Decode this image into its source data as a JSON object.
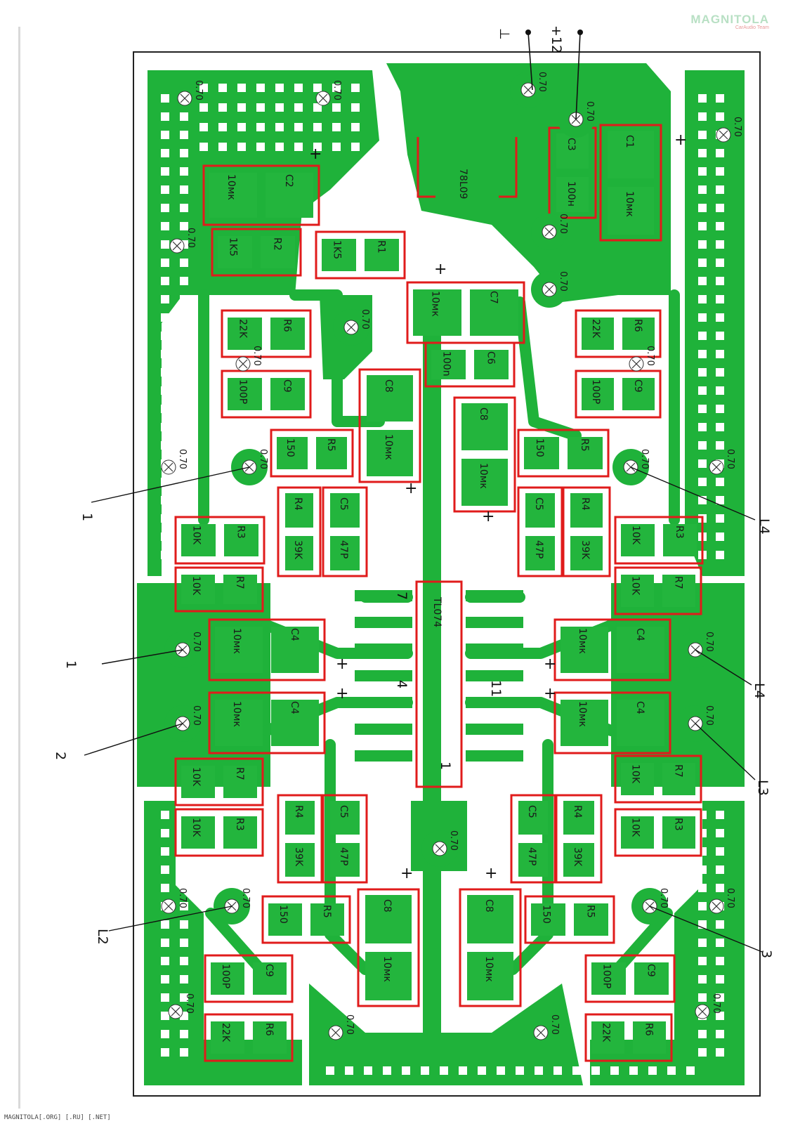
{
  "watermark": {
    "brand": "MAGNITOLA",
    "team": "CarAudio Team"
  },
  "footer_text": "MAGNITOLA[.ORG] [.RU] [.NET]",
  "hole_label": "0.70",
  "ic_label": "TL074",
  "pin_labels": [
    "7",
    "4",
    "11",
    "1"
  ],
  "regulator": {
    "label": "78L09"
  },
  "power_terminals": [
    {
      "label": "⊥"
    },
    {
      "label": "+12"
    }
  ],
  "channel_labels": [
    "1",
    "L4",
    "1",
    "2",
    "L4",
    "L3",
    "L2",
    "3"
  ],
  "components": [
    {
      "ref": "C2",
      "value": "10мк"
    },
    {
      "ref": "C1",
      "value": "10мк"
    },
    {
      "ref": "C3",
      "value": "100н"
    },
    {
      "ref": "R2",
      "value": "1K5"
    },
    {
      "ref": "R1",
      "value": "1K5"
    },
    {
      "ref": "C7",
      "value": "10мк"
    },
    {
      "ref": "C6",
      "value": "100n"
    },
    {
      "ref": "R6",
      "value": "22K"
    },
    {
      "ref": "R6",
      "value": "22K"
    },
    {
      "ref": "C9",
      "value": "100P"
    },
    {
      "ref": "C9",
      "value": "100P"
    },
    {
      "ref": "C8",
      "value": "10мк"
    },
    {
      "ref": "C8",
      "value": "10мк"
    },
    {
      "ref": "R5",
      "value": "150"
    },
    {
      "ref": "R5",
      "value": "150"
    },
    {
      "ref": "R4",
      "value": "39K"
    },
    {
      "ref": "C5",
      "value": "47P"
    },
    {
      "ref": "C5",
      "value": "47P"
    },
    {
      "ref": "R4",
      "value": "39K"
    },
    {
      "ref": "R3",
      "value": "10K"
    },
    {
      "ref": "R3",
      "value": "10K"
    },
    {
      "ref": "R7",
      "value": "10K"
    },
    {
      "ref": "R7",
      "value": "10K"
    },
    {
      "ref": "C4",
      "value": "10мк"
    },
    {
      "ref": "C4",
      "value": "10мк"
    },
    {
      "ref": "C4",
      "value": "10мк"
    },
    {
      "ref": "C4",
      "value": "10мк"
    },
    {
      "ref": "R7",
      "value": "10K"
    },
    {
      "ref": "R7",
      "value": "10K"
    },
    {
      "ref": "R3",
      "value": "10K"
    },
    {
      "ref": "R3",
      "value": "10K"
    },
    {
      "ref": "R4",
      "value": "39K"
    },
    {
      "ref": "C5",
      "value": "47P"
    },
    {
      "ref": "C5",
      "value": "47P"
    },
    {
      "ref": "R4",
      "value": "39K"
    },
    {
      "ref": "C8",
      "value": "10мк"
    },
    {
      "ref": "C8",
      "value": "10мк"
    },
    {
      "ref": "R5",
      "value": "150"
    },
    {
      "ref": "R5",
      "value": "150"
    },
    {
      "ref": "C9",
      "value": "100P"
    },
    {
      "ref": "C9",
      "value": "100P"
    },
    {
      "ref": "R6",
      "value": "22K"
    },
    {
      "ref": "R6",
      "value": "22K"
    }
  ],
  "colors": {
    "copper": "#1fb23a",
    "outline": "#e01b1b",
    "pad": "#23b53d",
    "board_border": "#222222"
  }
}
